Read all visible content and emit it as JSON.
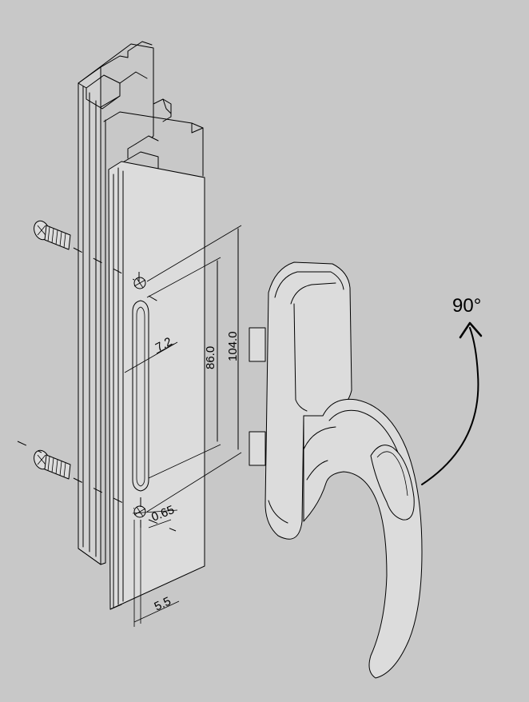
{
  "annotations": {
    "rotation": "90°",
    "dim_height_outer": "104.0",
    "dim_height_inner": "86.0",
    "dim_slot_width": "7.2",
    "dim_hole_offset": "0.65",
    "dim_bottom_offset": "5.5"
  },
  "colors": {
    "background": "#c8c8c8",
    "line": "#000000",
    "metal": "#d2d2d2"
  }
}
